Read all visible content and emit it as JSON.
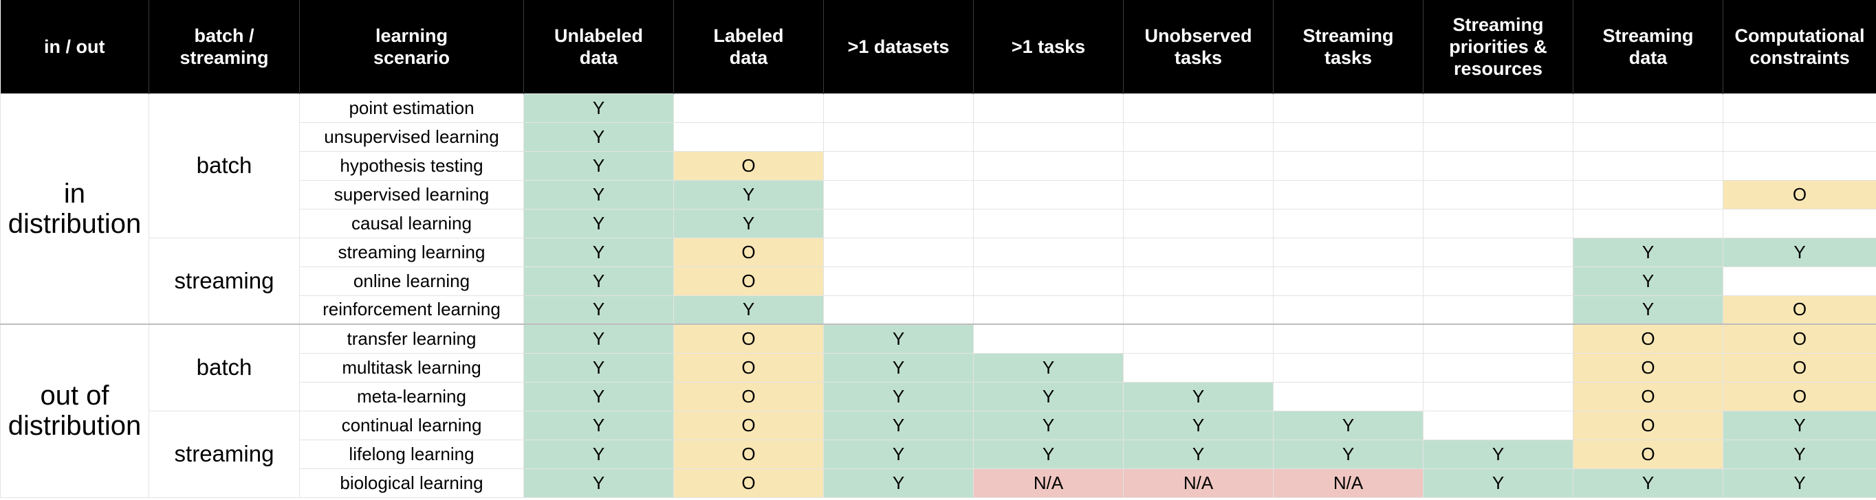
{
  "headers": [
    "in / out",
    "batch / streaming",
    "learning scenario",
    "Unlabeled data",
    "Labeled data",
    ">1 datasets",
    ">1 tasks",
    "Unobserved tasks",
    "Streaming tasks",
    "Streaming priorities & resources",
    "Streaming data",
    "Computational constraints"
  ],
  "header_lines": [
    [
      "in / out"
    ],
    [
      "batch /",
      "streaming"
    ],
    [
      "learning",
      "scenario"
    ],
    [
      "Unlabeled",
      "data"
    ],
    [
      "Labeled",
      "data"
    ],
    [
      ">1 datasets"
    ],
    [
      ">1 tasks"
    ],
    [
      "Unobserved",
      "tasks"
    ],
    [
      "Streaming",
      "tasks"
    ],
    [
      "Streaming",
      "priorities &",
      "resources"
    ],
    [
      "Streaming",
      "data"
    ],
    [
      "Computational",
      "constraints"
    ]
  ],
  "groups": [
    {
      "label_lines": [
        "in",
        "distribution"
      ],
      "subgroups": [
        {
          "label": "batch",
          "rows": [
            {
              "scenario": "point estimation",
              "cells": [
                "Y",
                "",
                "",
                "",
                "",
                "",
                "",
                "",
                ""
              ]
            },
            {
              "scenario": "unsupervised learning",
              "cells": [
                "Y",
                "",
                "",
                "",
                "",
                "",
                "",
                "",
                ""
              ]
            },
            {
              "scenario": "hypothesis testing",
              "cells": [
                "Y",
                "O",
                "",
                "",
                "",
                "",
                "",
                "",
                ""
              ]
            },
            {
              "scenario": "supervised learning",
              "cells": [
                "Y",
                "Y",
                "",
                "",
                "",
                "",
                "",
                "",
                "O"
              ]
            },
            {
              "scenario": "causal learning",
              "cells": [
                "Y",
                "Y",
                "",
                "",
                "",
                "",
                "",
                "",
                ""
              ]
            }
          ]
        },
        {
          "label": "streaming",
          "rows": [
            {
              "scenario": "streaming learning",
              "cells": [
                "Y",
                "O",
                "",
                "",
                "",
                "",
                "",
                "Y",
                "Y"
              ]
            },
            {
              "scenario": "online learning",
              "cells": [
                "Y",
                "O",
                "",
                "",
                "",
                "",
                "",
                "Y",
                ""
              ]
            },
            {
              "scenario": "reinforcement learning",
              "cells": [
                "Y",
                "Y",
                "",
                "",
                "",
                "",
                "",
                "Y",
                "O"
              ]
            }
          ]
        }
      ]
    },
    {
      "label_lines": [
        "out of",
        "distribution"
      ],
      "subgroups": [
        {
          "label": "batch",
          "rows": [
            {
              "scenario": "transfer learning",
              "cells": [
                "Y",
                "O",
                "Y",
                "",
                "",
                "",
                "",
                "O",
                "O"
              ]
            },
            {
              "scenario": "multitask learning",
              "cells": [
                "Y",
                "O",
                "Y",
                "Y",
                "",
                "",
                "",
                "O",
                "O"
              ]
            },
            {
              "scenario": "meta-learning",
              "cells": [
                "Y",
                "O",
                "Y",
                "Y",
                "Y",
                "",
                "",
                "O",
                "O"
              ]
            }
          ]
        },
        {
          "label": "streaming",
          "rows": [
            {
              "scenario": "continual learning",
              "cells": [
                "Y",
                "O",
                "Y",
                "Y",
                "Y",
                "Y",
                "",
                "O",
                "Y"
              ]
            },
            {
              "scenario": "lifelong learning",
              "cells": [
                "Y",
                "O",
                "Y",
                "Y",
                "Y",
                "Y",
                "Y",
                "O",
                "Y"
              ]
            },
            {
              "scenario": "biological learning",
              "cells": [
                "Y",
                "O",
                "Y",
                "N/A",
                "N/A",
                "N/A",
                "Y",
                "Y",
                "Y"
              ]
            }
          ]
        }
      ]
    }
  ],
  "colors": {
    "Y": "#c0e0cf",
    "O": "#f8e6b4",
    "N/A": "#efc6c1",
    "empty": "#ffffff",
    "header_bg": "#000000",
    "header_text": "#ffffff"
  }
}
